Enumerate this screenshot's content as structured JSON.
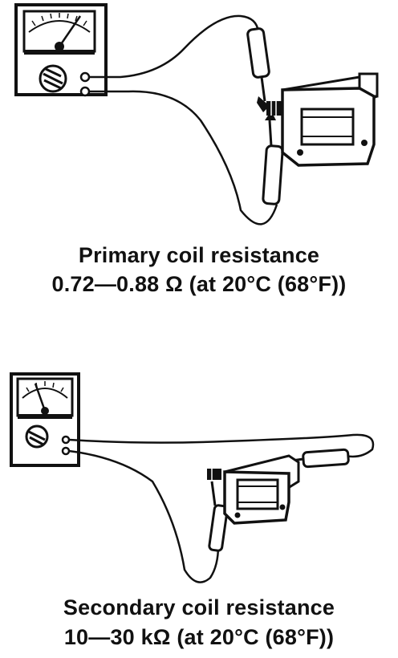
{
  "figures": [
    {
      "title": "Primary coil resistance",
      "value": "0.72—0.88 Ω (at 20°C (68°F))"
    },
    {
      "title": "Secondary coil resistance",
      "value": "10—30 kΩ (at 20°C (68°F))"
    }
  ]
}
